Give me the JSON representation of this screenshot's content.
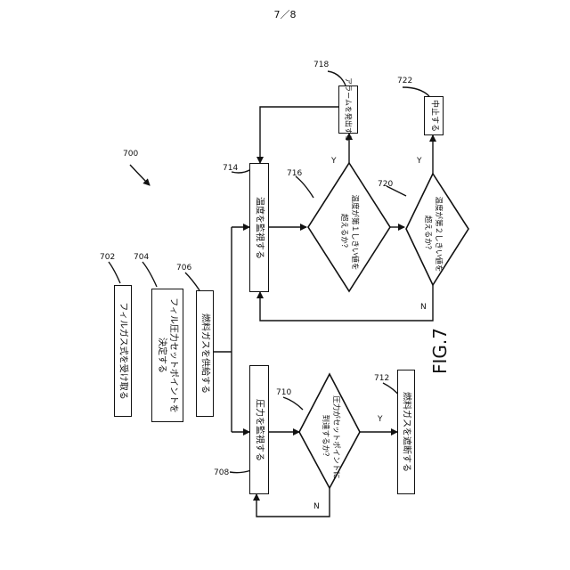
{
  "header": {
    "page_number": "7／8"
  },
  "figure": {
    "caption": "FIG.7",
    "diagram_ref": "700"
  },
  "nodes": {
    "n702": {
      "ref": "702",
      "text": "フィルガス式を受け取る"
    },
    "n704": {
      "ref": "704",
      "text": "フィル圧力セットポイントを\n決定する"
    },
    "n706": {
      "ref": "706",
      "text": "燃料ガスを供給する"
    },
    "n708": {
      "ref": "708",
      "text": "圧力を監視する"
    },
    "n710": {
      "ref": "710",
      "text": "圧力がセットポイントに\n到達するか？"
    },
    "n712": {
      "ref": "712",
      "text": "燃料ガスを遮断する"
    },
    "n714": {
      "ref": "714",
      "text": "温度を監視する"
    },
    "n716": {
      "ref": "716",
      "text": "温度が第１しきい値を\n超えるか？"
    },
    "n718": {
      "ref": "718",
      "text": "アラームを発出する"
    },
    "n720": {
      "ref": "720",
      "text": "温度が第２しきい値を\n超えるか？"
    },
    "n722": {
      "ref": "722",
      "text": "中止する"
    }
  },
  "labels": {
    "yes": "Y",
    "no": "N"
  }
}
